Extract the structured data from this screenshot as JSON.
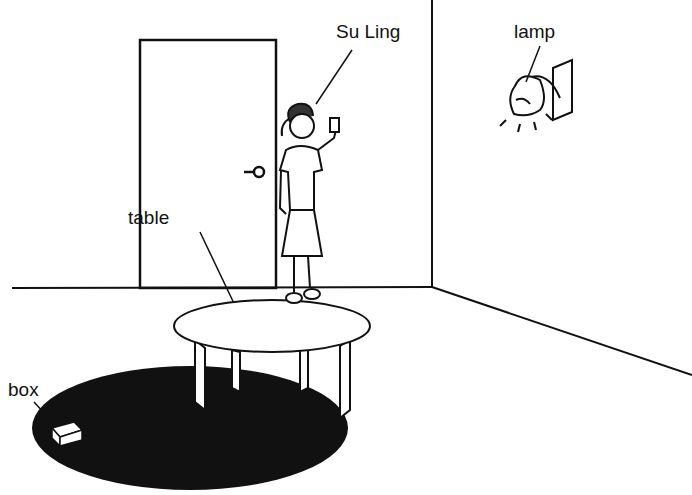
{
  "diagram": {
    "labels": [
      "Su Ling",
      "lamp",
      "table",
      "box"
    ]
  }
}
